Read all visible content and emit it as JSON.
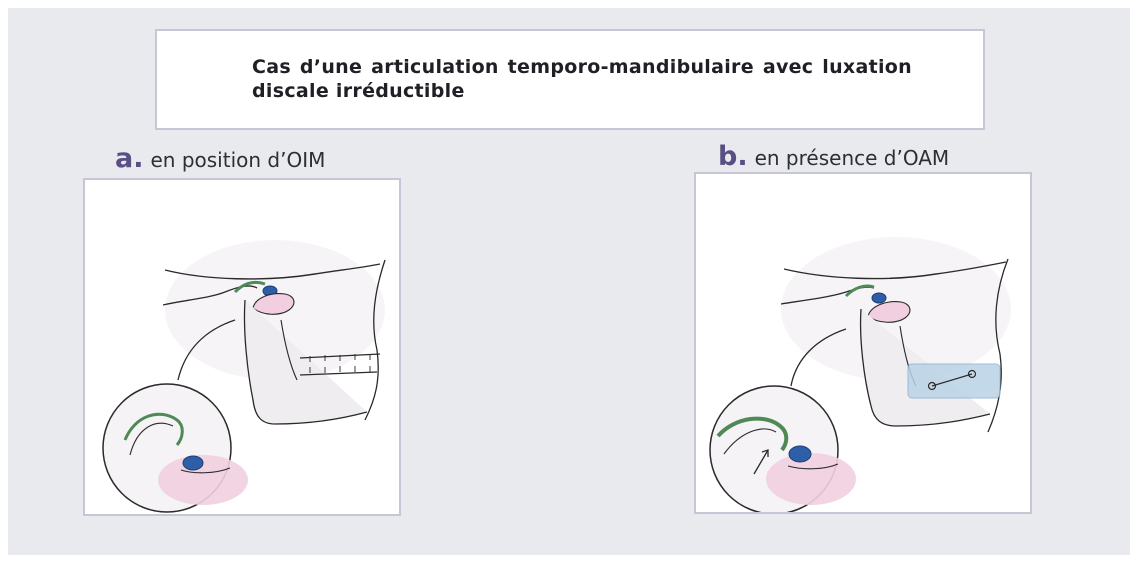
{
  "title": "Cas d’une articulation temporo-mandibulaire avec luxation discale irréductible",
  "panel_a": {
    "letter": "a.",
    "caption": "en position d’OIM"
  },
  "panel_b": {
    "letter": "b.",
    "caption": "en présence d’OAM"
  },
  "colors": {
    "background": "#e9eaed",
    "border": "#c9c4d6",
    "letter": "#5a4e86",
    "disc": "#2f5ea8",
    "ligament": "#4e8a57",
    "condyle": "#f1cfe0",
    "device": "#b9d3e6"
  }
}
